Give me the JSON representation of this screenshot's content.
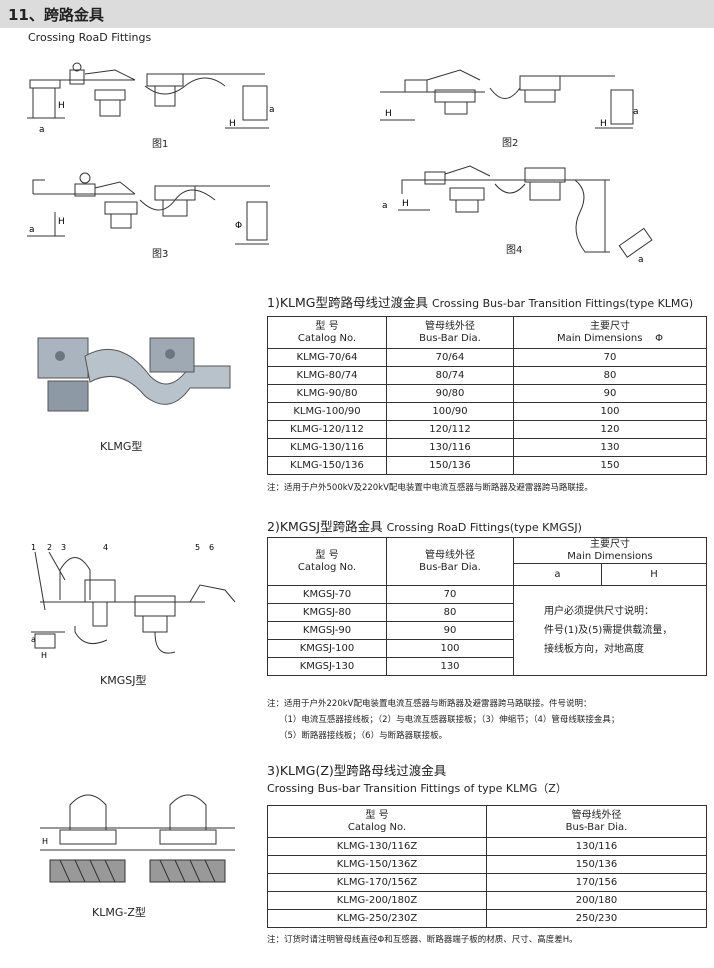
{
  "header": {
    "title": "11、跨路金具",
    "subtitle": "Crossing RoaD Fittings"
  },
  "figures": {
    "fig1": "图1",
    "fig2": "图2",
    "fig3": "图3",
    "fig4": "图4"
  },
  "dim_labels": {
    "a": "a",
    "H": "H",
    "phi": "Φ"
  },
  "section1": {
    "title": "1)KLMG型跨路母线过渡金具",
    "title_en": "Crossing Bus-bar Transition Fittings(type KLMG)",
    "headers": {
      "model_cn": "型 号",
      "model_en": "Catalog No.",
      "dia_cn": "管母线外径",
      "dia_en": "Bus-Bar Dia.",
      "dim_cn": "主要尺寸",
      "dim_en": "Main Dimensions",
      "dim_sym": "Φ"
    },
    "rows": [
      [
        "KLMG-70/64",
        "70/64",
        "70"
      ],
      [
        "KLMG-80/74",
        "80/74",
        "80"
      ],
      [
        "KLMG-90/80",
        "90/80",
        "90"
      ],
      [
        "KLMG-100/90",
        "100/90",
        "100"
      ],
      [
        "KLMG-120/112",
        "120/112",
        "120"
      ],
      [
        "KLMG-130/116",
        "130/116",
        "130"
      ],
      [
        "KLMG-150/136",
        "150/136",
        "150"
      ]
    ],
    "note": "注：适用于户外500kV及220kV配电装置中电流互感器与断路器及避雷器跨马路联接。",
    "product_label": "KLMG型"
  },
  "section2": {
    "title": "2)KMGSJ型跨路金具",
    "title_en": "Crossing RoaD Fittings(type KMGSJ)",
    "headers": {
      "model_cn": "型 号",
      "model_en": "Catalog No.",
      "dia_cn": "管母线外径",
      "dia_en": "Bus-Bar Dia.",
      "dim_cn": "主要尺寸",
      "dim_en": "Main Dimensions",
      "a": "a",
      "H": "H"
    },
    "rows": [
      [
        "KMGSJ-70",
        "70"
      ],
      [
        "KMGSJ-80",
        "80"
      ],
      [
        "KMGSJ-90",
        "90"
      ],
      [
        "KMGSJ-100",
        "100"
      ],
      [
        "KMGSJ-130",
        "130"
      ]
    ],
    "merged_note": [
      "用户必须提供尺寸说明：",
      "件号(1)及(5)需提供载流量，",
      "接线板方向，对地高度"
    ],
    "notes": [
      "注：适用于户外220kV配电装置电流互感器与断路器及避雷器跨马路联接。件号说明：",
      "（1）电流互感器接线板；（2）与电流互感器联接板；（3）伸缩节；（4）管母线联接金具；",
      "（5）断路器接线板；（6）与断路器联接板。"
    ],
    "part_numbers": [
      "1",
      "2",
      "3",
      "4",
      "5",
      "6"
    ],
    "product_label": "KMGSJ型"
  },
  "section3": {
    "title": "3)KLMG(Z)型跨路母线过渡金具",
    "title_en": "Crossing Bus-bar Transition Fittings of type KLMG（Z）",
    "headers": {
      "model_cn": "型 号",
      "model_en": "Catalog No.",
      "dia_cn": "管母线外径",
      "dia_en": "Bus-Bar Dia."
    },
    "rows": [
      [
        "KLMG-130/116Z",
        "130/116"
      ],
      [
        "KLMG-150/136Z",
        "150/136"
      ],
      [
        "KLMG-170/156Z",
        "170/156"
      ],
      [
        "KLMG-200/180Z",
        "200/180"
      ],
      [
        "KLMG-250/230Z",
        "250/230"
      ]
    ],
    "note": "注：订货时请注明管母线直径Φ和互感器、断路器端子板的材质、尺寸、高度差H。",
    "product_label": "KLMG-Z型"
  }
}
